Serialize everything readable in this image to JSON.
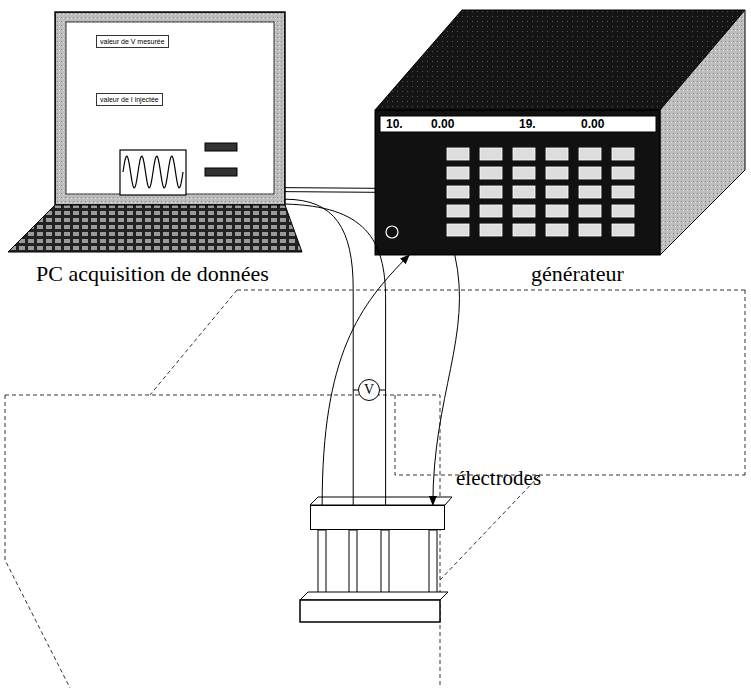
{
  "diagram": {
    "nodes": [
      {
        "text": [
          "PC acquisition de données"
        ]
      },
      {
        "text": [
          "valeur de V mesurée"
        ],
        "in": 0
      },
      {
        "text": [
          "valeur de I injectée"
        ],
        "in": 0
      },
      {
        "text": [
          "générateur"
        ]
      },
      {
        "text": [
          "V"
        ]
      },
      {
        "text": [
          "électrodes"
        ]
      }
    ],
    "edges": [
      {
        "from": 0,
        "to": 3,
        "arrow": "none"
      },
      {
        "from": 0,
        "to": 5,
        "arrow": "none"
      },
      {
        "from": 0,
        "to": 5,
        "arrow": "none"
      },
      {
        "from": 5,
        "to": 3,
        "arrow": "to"
      },
      {
        "from": 3,
        "to": 5,
        "arrow": "to"
      }
    ],
    "labels": [
      "10.",
      "0.00",
      "19.",
      "0.00"
    ]
  }
}
